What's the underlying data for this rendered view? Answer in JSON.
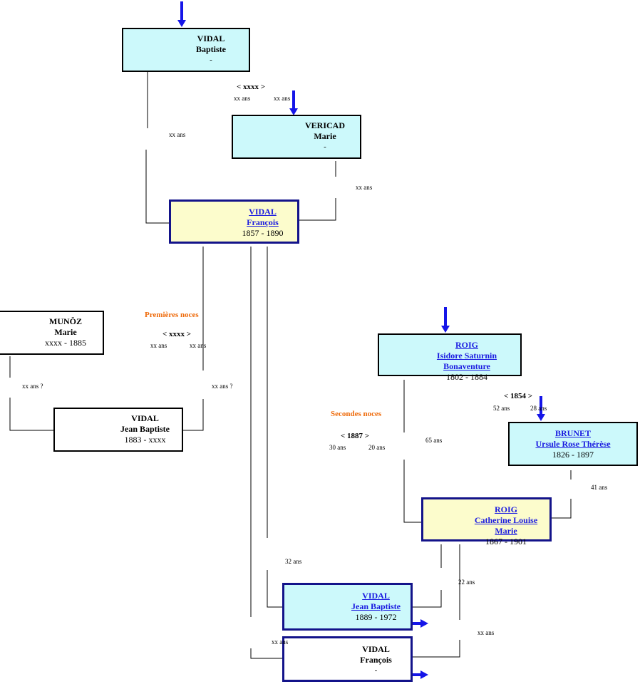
{
  "persons": {
    "vidal_baptiste": {
      "surname": "VIDAL",
      "given": "Baptiste",
      "dates": "-"
    },
    "vericad_marie": {
      "surname": "VERICAD",
      "given": "Marie",
      "dates": "-"
    },
    "vidal_francois": {
      "surname": "VIDAL",
      "given": "François",
      "dates": "1857 - 1890"
    },
    "munoz_marie": {
      "surname": "MUNÖZ",
      "given": "Marie",
      "dates": "xxxx - 1885"
    },
    "vidal_jean_baptiste_1883": {
      "surname": "VIDAL",
      "given": "Jean Baptiste",
      "dates": "1883 - xxxx"
    },
    "roig_isidore": {
      "surname": "ROIG",
      "given": "Isidore Saturnin Bonaventure",
      "dates": "1802 - 1884"
    },
    "brunet_ursule": {
      "surname": "BRUNET",
      "given": "Ursule Rose Thérèse",
      "dates": "1826 - 1897"
    },
    "roig_catherine": {
      "surname": "ROIG",
      "given": "Catherine Louise Marie",
      "dates": "1867 - 1901"
    },
    "vidal_jean_baptiste_1889": {
      "surname": "VIDAL",
      "given": "Jean Baptiste",
      "dates": "1889 - 1972"
    },
    "vidal_francois_child": {
      "surname": "VIDAL",
      "given": "François",
      "dates": "-"
    }
  },
  "unions": {
    "vidal_vericad": {
      "year": "< xxxx >",
      "age_husband": "xx ans",
      "age_wife": "xx ans"
    },
    "vidal_munoz": {
      "label": "Premières noces",
      "year": "< xxxx >",
      "age_husband": "xx ans",
      "age_wife": "xx ans"
    },
    "roig_brunet": {
      "year": "< 1854 >",
      "age_husband": "52 ans",
      "age_wife": "28 ans"
    },
    "vidal_roig": {
      "label": "Secondes noces",
      "year": "< 1887 >",
      "age_husband": "30 ans",
      "age_wife": "20 ans"
    }
  },
  "parent_ages": {
    "baptiste_at_francois": "xx ans",
    "marie_at_francois": "xx ans",
    "munoz_at_jb": "xx ans ?",
    "francois_at_jb": "xx ans ?",
    "isidore_at_catherine": "65 ans",
    "ursule_at_catherine": "41 ans",
    "francois_at_jb1889": "32 ans",
    "catherine_at_jb1889": "22 ans",
    "francois_at_francois": "xx ans",
    "catherine_at_francois": "xx ans"
  },
  "colors": {
    "ancestor_box": "#ccf9fb",
    "subject_box": "#fcfccc",
    "arrow": "#1515e8",
    "noces_label": "#ee6a0a",
    "link": "#1a1ae0",
    "thick_border": "#13138a"
  }
}
